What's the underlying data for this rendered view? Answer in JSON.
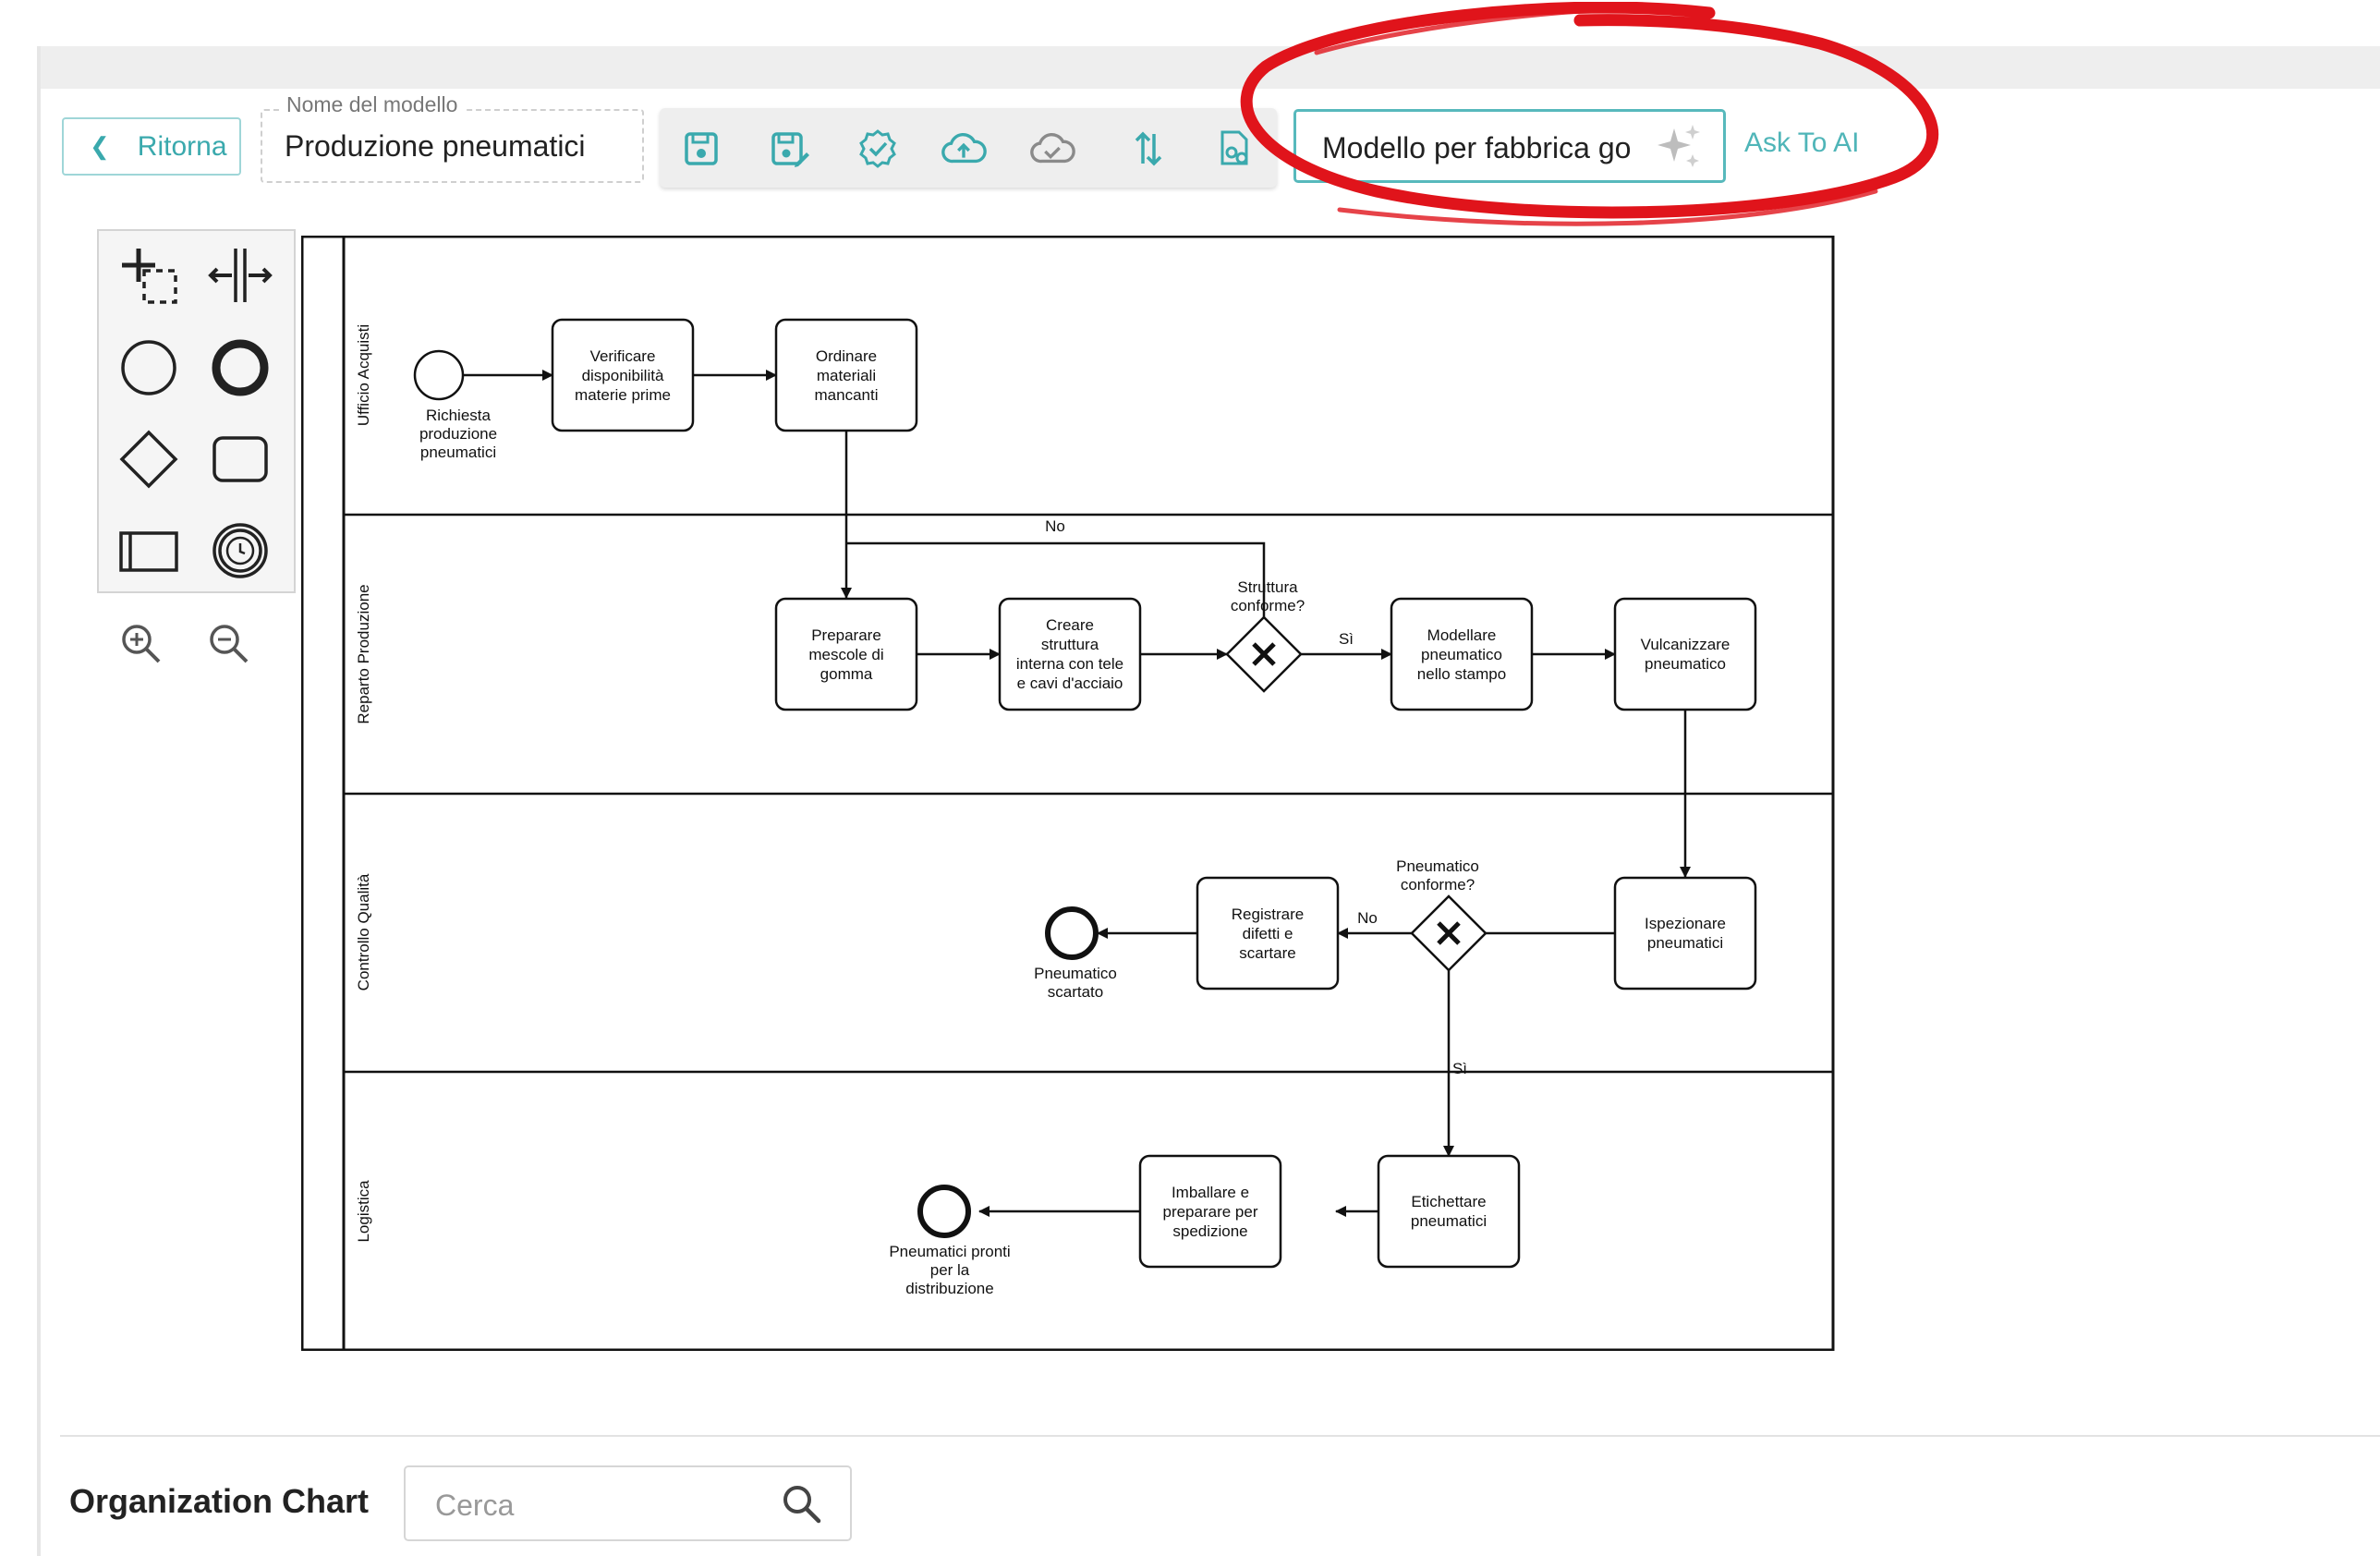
{
  "header": {
    "back_label": "Ritorna",
    "model_name_legend": "Nome del modello",
    "model_name_value": "Produzione pneumatici"
  },
  "toolbar": {
    "buttons": [
      "save-icon",
      "save-as-icon",
      "validate-badge-icon",
      "cloud-upload-icon",
      "cloud-check-icon",
      "sort-arrows-icon",
      "export-icon"
    ]
  },
  "ai": {
    "input_value": "Modello per fabbrica go",
    "ask_label": "Ask To AI"
  },
  "palette": {
    "tools": [
      "lasso-tool-icon",
      "space-tool-icon",
      "start-event-icon",
      "end-event-icon",
      "gateway-icon",
      "task-icon",
      "pool-icon",
      "intermediate-event-icon"
    ],
    "zoom": [
      "zoom-in-icon",
      "zoom-out-icon"
    ]
  },
  "diagram": {
    "lanes": [
      "Ufficio Acquisti",
      "Reparto Produzione",
      "Controllo Qualità",
      "Logistica"
    ],
    "start_event": [
      "Richiesta",
      "produzione",
      "pneumatici"
    ],
    "tasks": {
      "verify": [
        "Verificare",
        "disponibilità",
        "materie prime"
      ],
      "order": [
        "Ordinare",
        "materiali",
        "mancanti"
      ],
      "prepare": [
        "Preparare",
        "mescole di",
        "gomma"
      ],
      "create": [
        "Creare",
        "struttura",
        "interna con tele",
        "e cavi d'acciaio"
      ],
      "model": [
        "Modellare",
        "pneumatico",
        "nello stampo"
      ],
      "vulcanize": [
        "Vulcanizzare",
        "pneumatico"
      ],
      "inspect": [
        "Ispezionare",
        "pneumatici"
      ],
      "record": [
        "Registrare",
        "difetti e",
        "scartare"
      ],
      "label": [
        "Etichettare",
        "pneumatici"
      ],
      "pack": [
        "Imballare e",
        "preparare per",
        "spedizione"
      ]
    },
    "gateways": {
      "structure": [
        "Struttura",
        "conforme?"
      ],
      "tire": [
        "Pneumatico",
        "conforme?"
      ]
    },
    "flow_labels": {
      "no_top": "No",
      "yes_structure": "Sì",
      "no_tire": "No",
      "yes_tire": "Sì"
    },
    "end_events": {
      "discarded": [
        "Pneumatico",
        "scartato"
      ],
      "ready": [
        "Pneumatici pronti",
        "per la",
        "distribuzione"
      ]
    }
  },
  "org_chart": {
    "title": "Organization Chart",
    "search_placeholder": "Cerca"
  },
  "colors": {
    "accent": "#3aa9ad",
    "annotation": "#e0141b"
  }
}
